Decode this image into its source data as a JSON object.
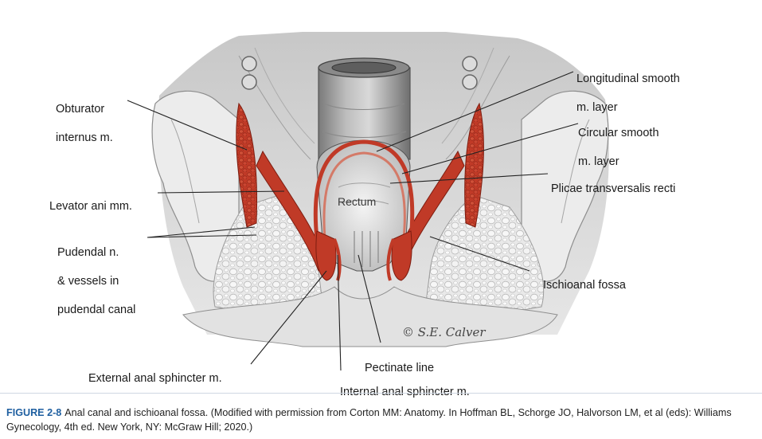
{
  "labels": {
    "obturator": [
      "Obturator",
      "internus m."
    ],
    "levator": [
      "Levator ani mm."
    ],
    "pudendal": [
      "Pudendal n.",
      "& vessels in",
      "pudendal canal"
    ],
    "external_sphincter": [
      "External anal sphincter m."
    ],
    "internal_sphincter": [
      "Internal anal sphincter m."
    ],
    "pectinate": [
      "Pectinate line"
    ],
    "ischioanal": [
      "Ischioanal fossa"
    ],
    "plicae": [
      "Plicae transversalis recti"
    ],
    "circular": [
      "Circular smooth",
      "m. layer"
    ],
    "longitudinal": [
      "Longitudinal smooth",
      "m. layer"
    ],
    "rectum": "Rectum"
  },
  "artist_signature": "© S.E. Calver",
  "caption": {
    "figure_number": "FIGURE 2-8",
    "text": "Anal canal and ischioanal fossa. (Modified with permission from Corton MM: Anatomy. In Hoffman BL, Schorge JO, Halvorson LM, et al (eds): Williams Gynecology, 4th ed. New York, NY: McGraw Hill; 2020.)"
  },
  "colors": {
    "muscle_red": "#c03a27",
    "leader_line": "#222222",
    "tissue_gray": "#d6d6d6",
    "fig_blue": "#1f5fa0"
  }
}
